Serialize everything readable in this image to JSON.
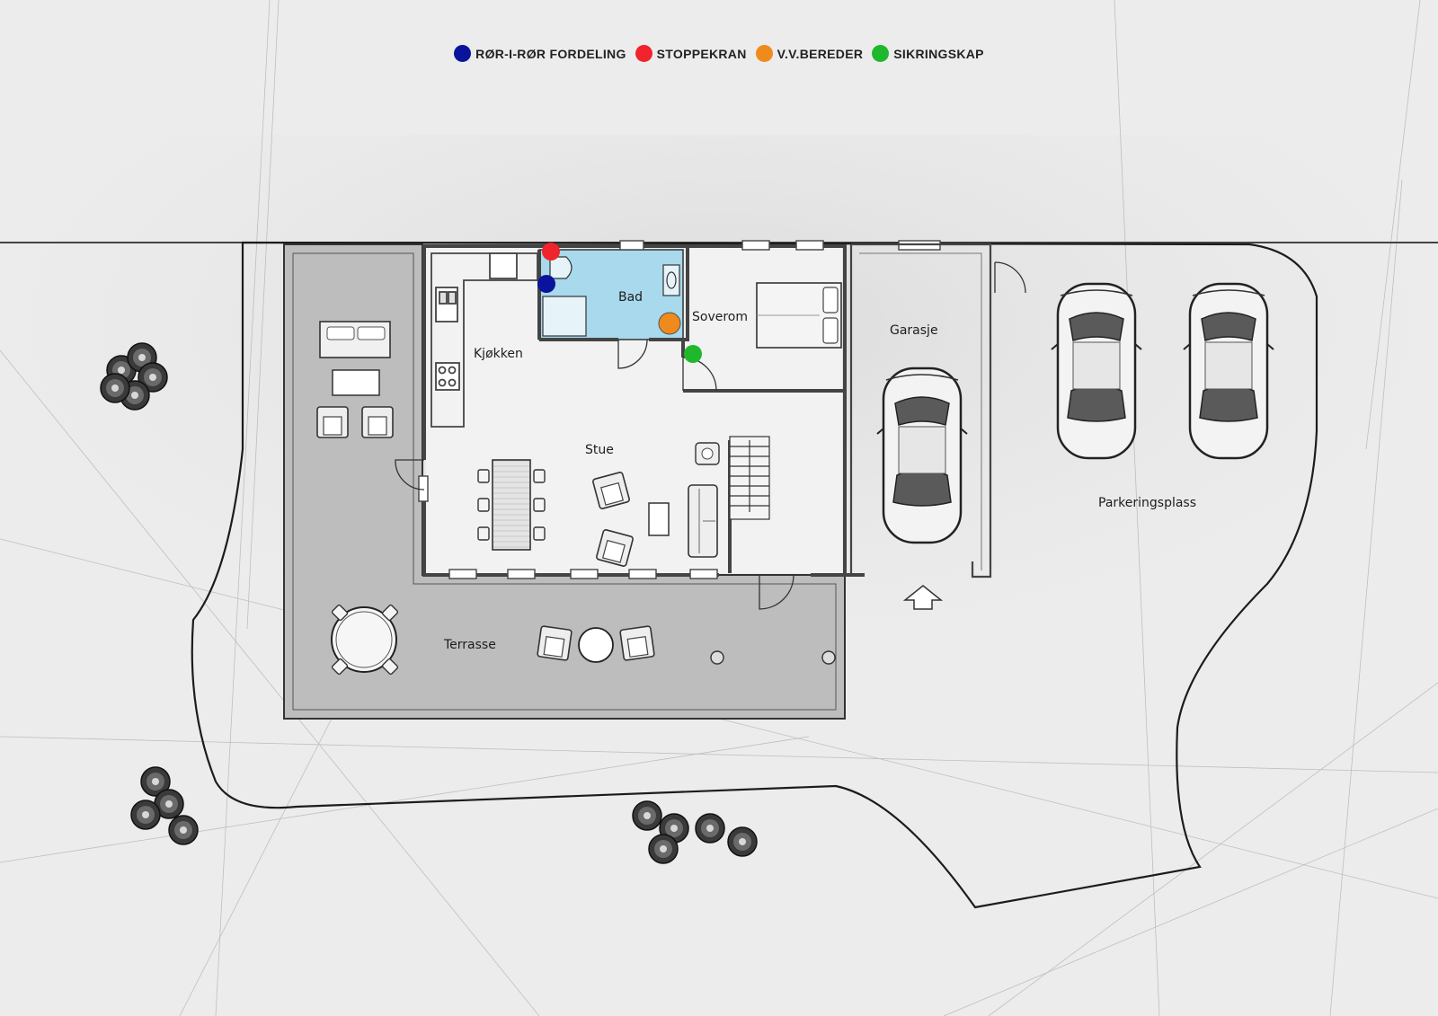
{
  "legend": [
    {
      "label": "RØR-I-RØR FORDELING",
      "color": "#0a139c"
    },
    {
      "label": "STOPPEKRAN",
      "color": "#f0242c"
    },
    {
      "label": "V.V.BEREDER",
      "color": "#ef8a1c"
    },
    {
      "label": "SIKRINGSKAP",
      "color": "#1fb82c"
    }
  ],
  "rooms": {
    "bad": "Bad",
    "soverom": "Soverom",
    "kjokken": "Kjøkken",
    "stue": "Stue",
    "garasje": "Garasje",
    "terrasse": "Terrasse",
    "parkering": "Parkeringsplass"
  },
  "colors": {
    "background": "#ececec",
    "bathroom_fill": "#a8d9ec",
    "terrace_fill": "#bdbdbd",
    "wall": "#444444"
  },
  "icons": [
    "car-icon",
    "tree-icon",
    "bed-icon",
    "sofa-icon",
    "armchair-icon",
    "dining-table-icon",
    "stairs-icon",
    "entrance-arrow-icon",
    "door-icon"
  ]
}
